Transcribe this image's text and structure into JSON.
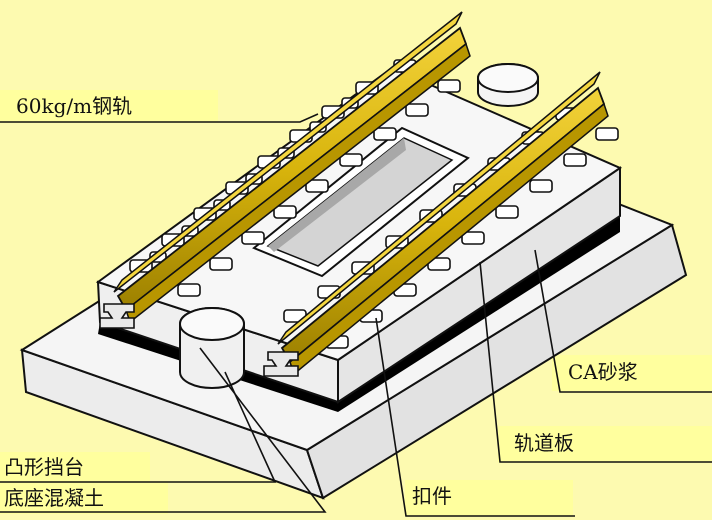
{
  "labels": {
    "rail": "60kg/m钢轨",
    "ca_mortar": "CA砂浆",
    "track_slab": "轨道板",
    "boss_stop": "凸形挡台",
    "base_concrete": "底座混凝土",
    "fastener": "扣件"
  },
  "colors": {
    "background": "#fdfab0",
    "label_band": "#ffff9e",
    "rail": "#d8b40c",
    "rail_dark": "#8a7000",
    "concrete": "#f0f0f0",
    "outline": "#111111",
    "mortar": "#000000"
  }
}
